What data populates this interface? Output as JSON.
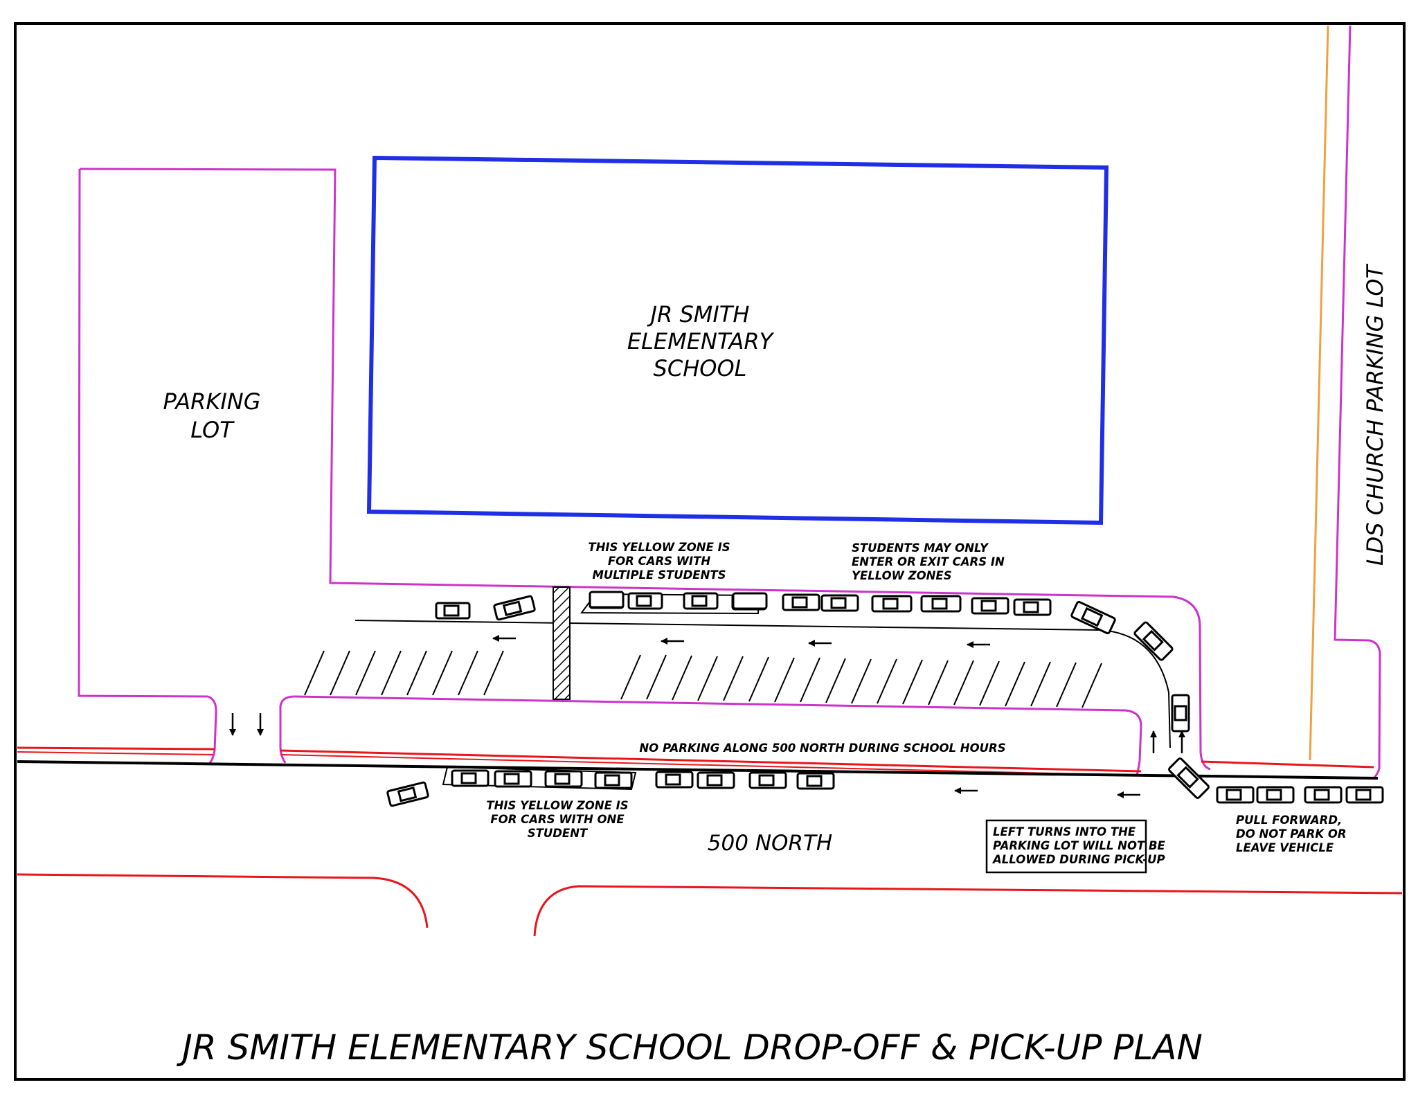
{
  "title": "JR SMITH ELEMENTARY SCHOOL DROP-OFF & PICK-UP PLAN",
  "school_label": [
    "JR SMITH",
    "ELEMENTARY",
    "SCHOOL"
  ],
  "parking_lot_label": [
    "PARKING",
    "LOT"
  ],
  "church_lot_label": "LDS CHURCH PARKING LOT",
  "street_label": "500 NORTH",
  "notes": {
    "multiple_students_zone": [
      "THIS YELLOW ZONE IS",
      "FOR CARS WITH",
      "MULTIPLE STUDENTS"
    ],
    "enter_exit_rule": [
      "STUDENTS MAY ONLY",
      "ENTER OR EXIT CARS IN",
      "YELLOW ZONES"
    ],
    "no_parking": "NO PARKING ALONG 500 NORTH DURING SCHOOL HOURS",
    "one_student_zone": [
      "THIS YELLOW ZONE IS",
      "FOR CARS WITH ONE",
      "STUDENT"
    ],
    "left_turns": [
      "LEFT TURNS INTO THE",
      "PARKING LOT WILL NOT BE",
      "ALLOWED DURING PICK-UP"
    ],
    "pull_forward": [
      "PULL FORWARD,",
      "DO NOT PARK OR",
      "LEAVE VEHICLE"
    ]
  },
  "colors": {
    "school_outline": "#1f2fe6",
    "property_line": "#cc33cc",
    "curb": "#e8151b",
    "boundary": "#f0a040",
    "ink": "#000000"
  }
}
